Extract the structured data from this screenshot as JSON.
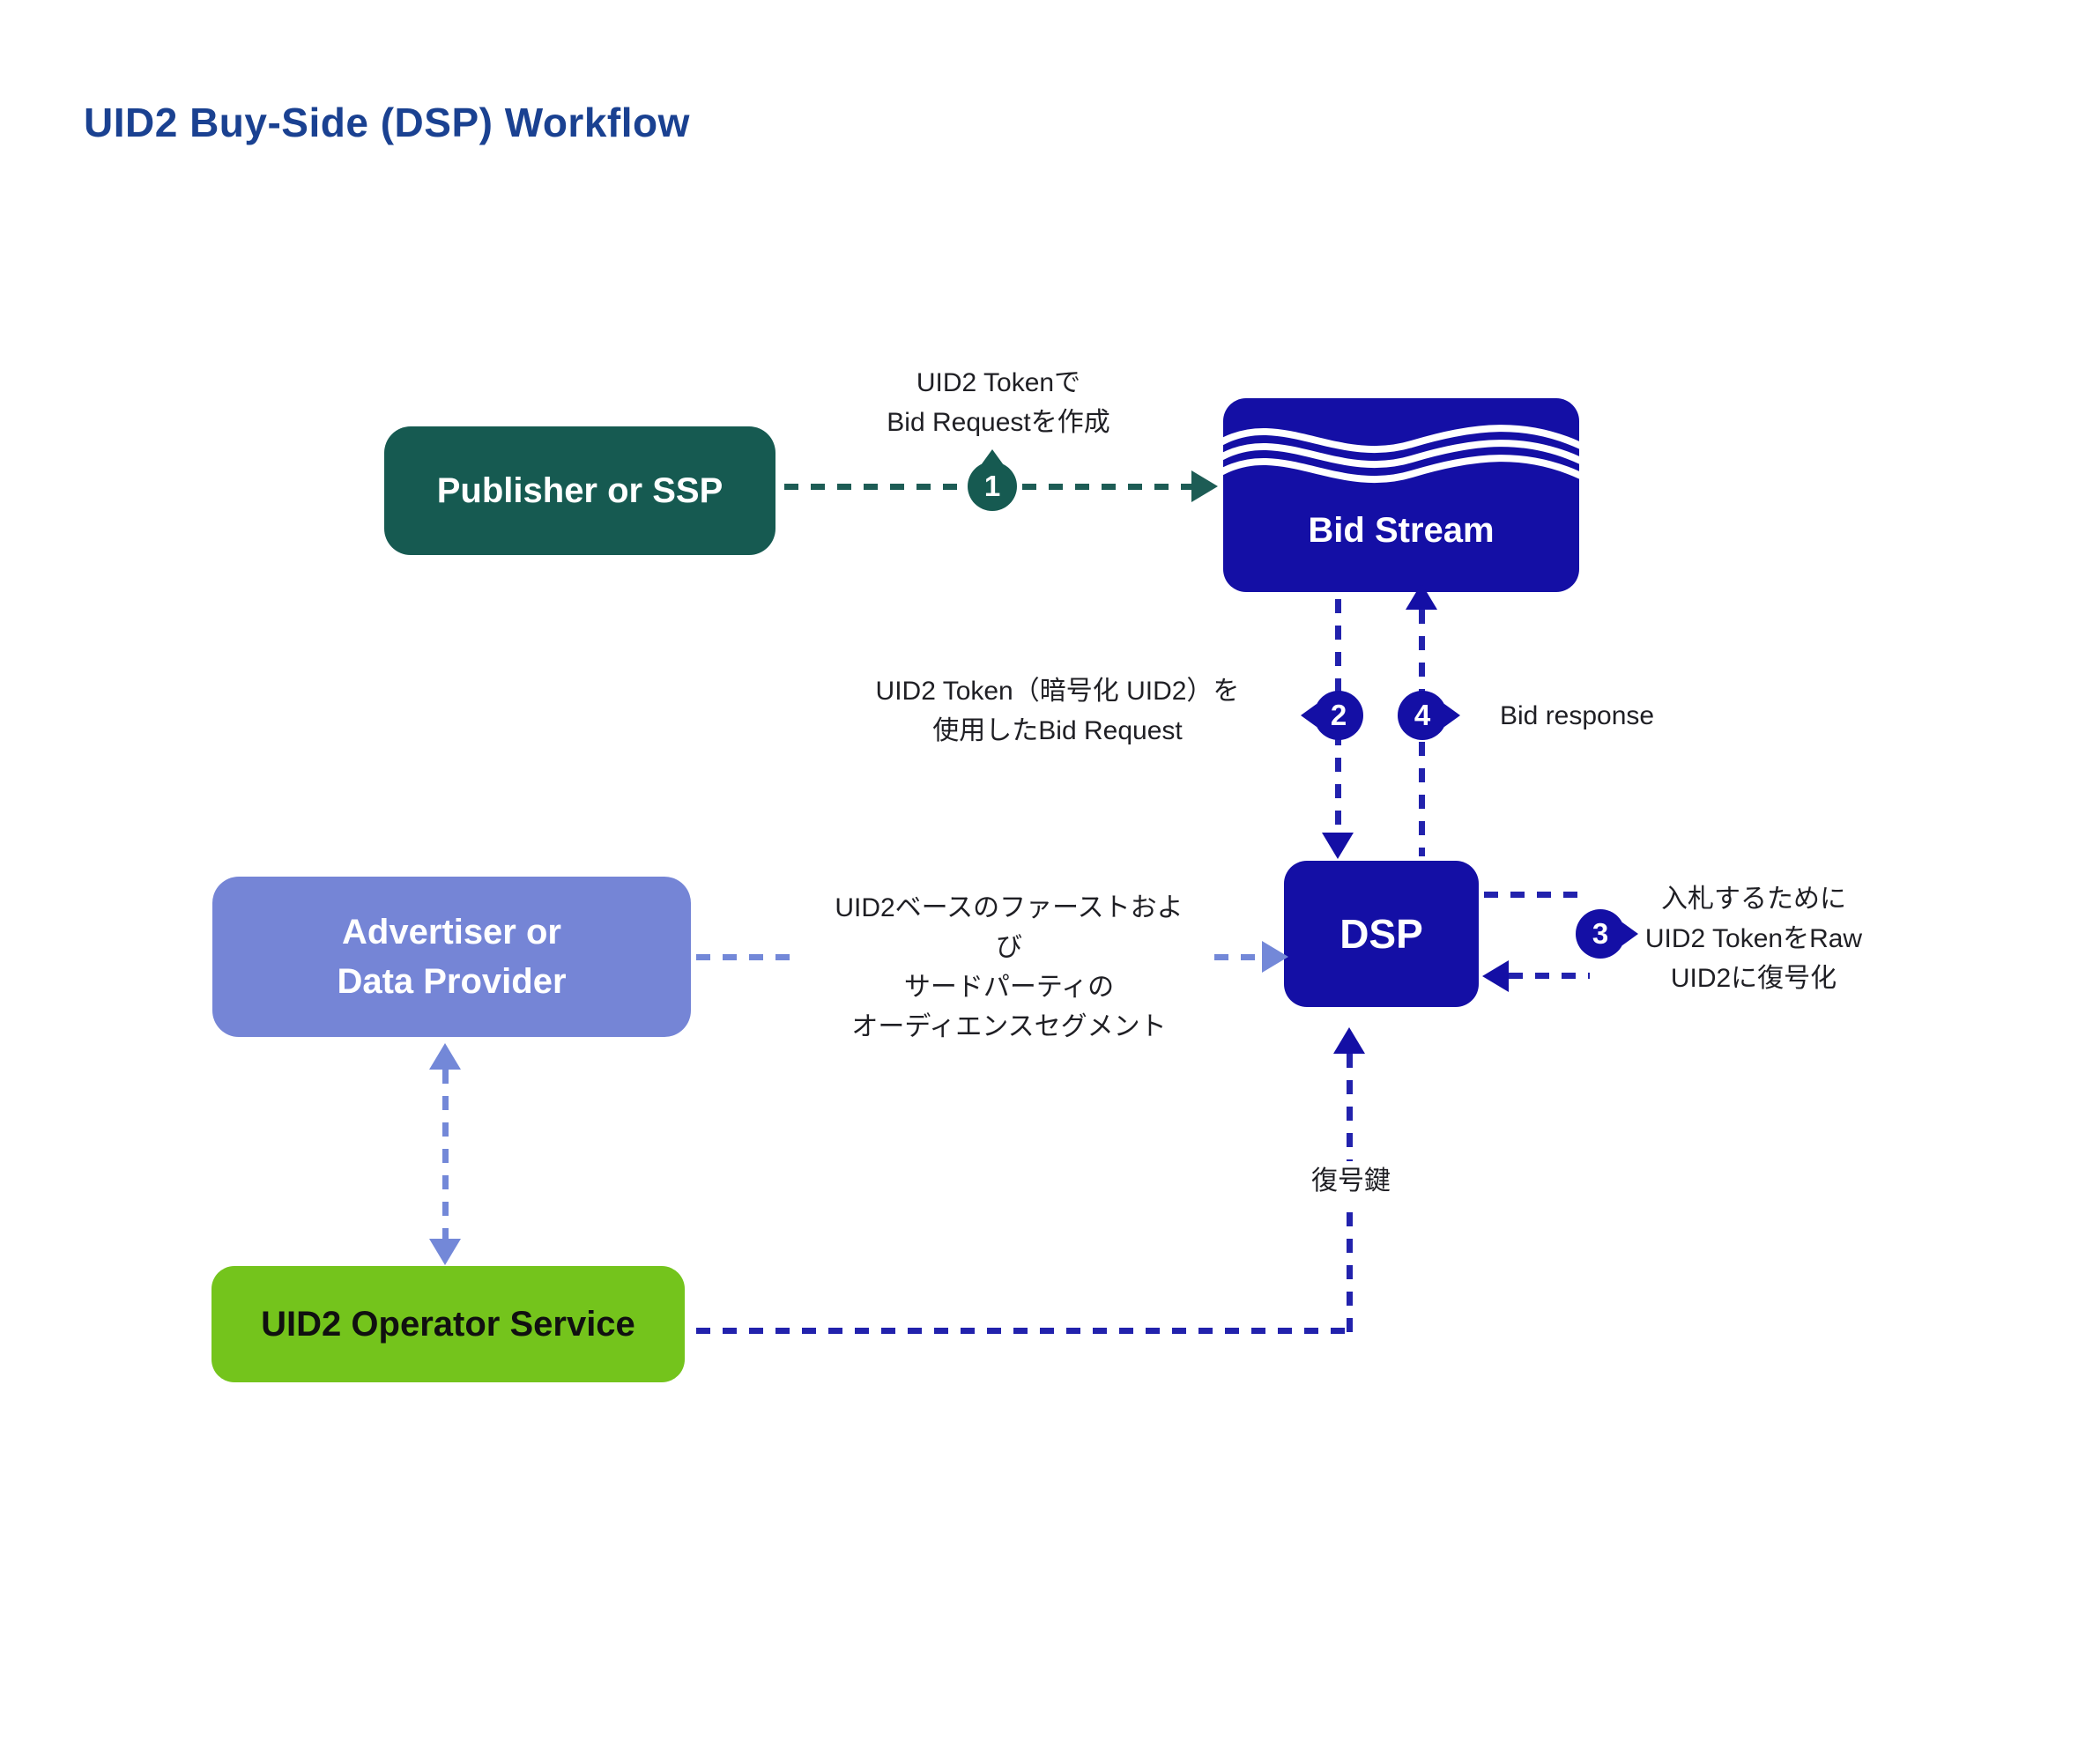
{
  "title": "UID2 Buy-Side (DSP) Workflow",
  "nodes": {
    "publisher": {
      "label": "Publisher or SSP",
      "color": "#165a51"
    },
    "bid_stream": {
      "label": "Bid Stream",
      "color": "#140fa5"
    },
    "dsp": {
      "label": "DSP",
      "color": "#140fa5"
    },
    "advertiser": {
      "line1": "Advertiser or",
      "line2": "Data Provider",
      "color": "#7585d6"
    },
    "operator": {
      "label": "UID2 Operator Service",
      "color": "#74c41c"
    }
  },
  "steps": {
    "step1": {
      "number": "1",
      "from": "Publisher or SSP",
      "to": "Bid Stream",
      "line1": "UID2 Tokenで",
      "line2": "Bid Requestを作成"
    },
    "step2": {
      "number": "2",
      "from": "Bid Stream",
      "to": "DSP",
      "line1": "UID2 Token（暗号化 UID2）を",
      "line2": "使用したBid Request"
    },
    "step3": {
      "number": "3",
      "at": "DSP",
      "line1": "入札するために",
      "line2": "UID2 TokenをRaw",
      "line3": "UID2に復号化"
    },
    "step4": {
      "number": "4",
      "from": "DSP",
      "to": "Bid Stream",
      "label": "Bid response"
    }
  },
  "edges": {
    "advertiser_to_dsp": {
      "line1": "UID2ベースのファーストおよび",
      "line2": "サードパーティの",
      "line3": "オーディエンスセグメント"
    },
    "operator_to_dsp": {
      "label": "復号鍵"
    }
  },
  "colors": {
    "title_text": "#1a4191",
    "navy": "#140fa5",
    "navy_dash": "#2222ad",
    "teal": "#165a51",
    "teal_dash": "#1d5c55",
    "periwinkle": "#7585d6",
    "periwinkle_dash": "#7388d8",
    "green": "#74c41c",
    "annotation_text": "#1f1f24",
    "background": "#ffffff"
  }
}
